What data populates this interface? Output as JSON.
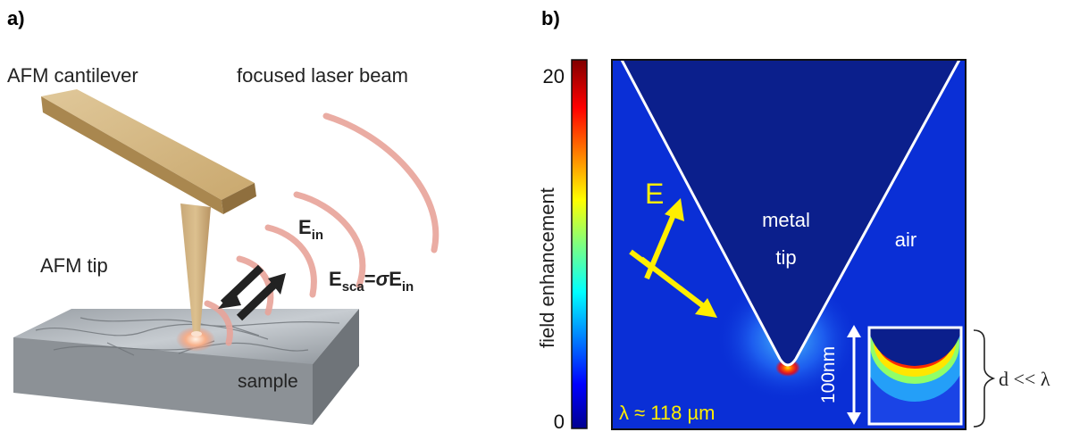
{
  "panel_a": {
    "label": "a)",
    "cantilever_label": "AFM cantilever",
    "laser_label": "focused laser beam",
    "tip_label": "AFM tip",
    "sample_label": "sample",
    "e_in": {
      "base": "E",
      "sub": "in"
    },
    "e_sca": {
      "base": "E",
      "sub": "sca",
      "eq": "=",
      "sigma": "σ",
      "base2": "E",
      "sub2": "in"
    }
  },
  "panel_b": {
    "label": "b)",
    "colorbar_title": "field enhancement",
    "colorbar_max": "20",
    "colorbar_min": "0",
    "field_vector_label": "E",
    "tip_label_line1": "metal",
    "tip_label_line2": "tip",
    "air_label": "air",
    "inset_scale_label": "100nm",
    "wavelength_label": "λ ≈ 118 µm",
    "gap_annotation": "d << λ"
  },
  "colors": {
    "field_background": "#0a2fd6",
    "tip_region": "#0b1f8c",
    "arrow_yellow": "#ffee00",
    "laser_waves": "#e8a49a",
    "cantilever": "#d2b483"
  }
}
